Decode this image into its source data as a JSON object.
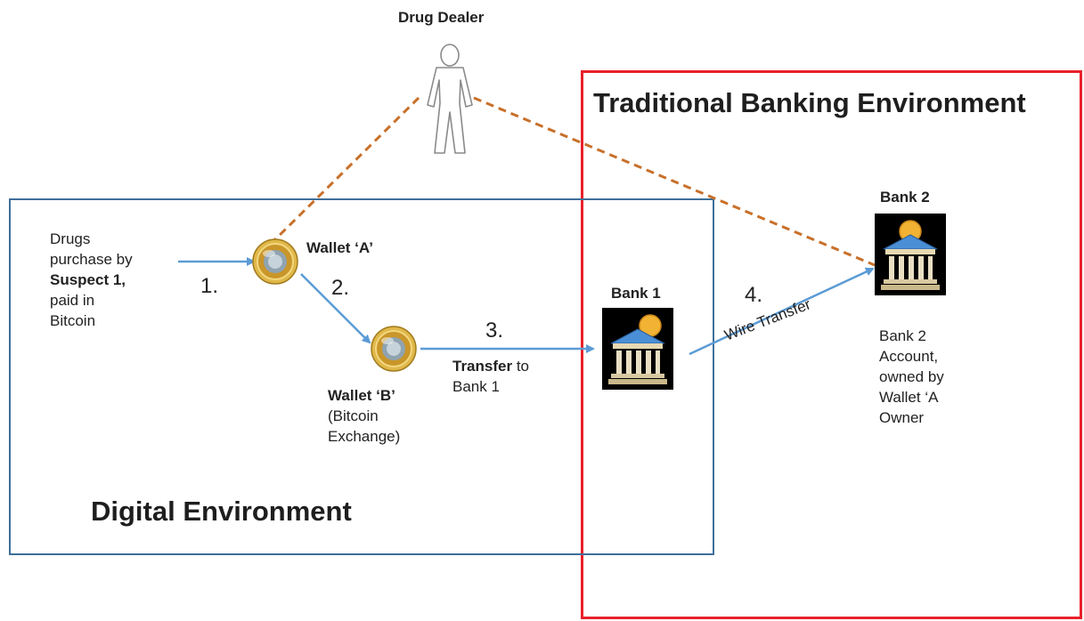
{
  "drug_dealer": {
    "label": "Drug Dealer"
  },
  "traditional_env": {
    "title": "Traditional Banking Environment"
  },
  "digital_env": {
    "title": "Digital Environment"
  },
  "suspect": {
    "line1": "Drugs",
    "line2": "purchase by",
    "line3": "Suspect 1,",
    "line4": "paid in",
    "line5": "Bitcoin"
  },
  "steps": {
    "s1": "1.",
    "s2": "2.",
    "s3": "3.",
    "s4": "4."
  },
  "wallet_a": {
    "label": "Wallet ‘A’"
  },
  "wallet_b": {
    "label": "Wallet ‘B’",
    "line2": "(Bitcoin",
    "line3": "Exchange)"
  },
  "transfer": {
    "bold": "Transfer",
    "rest": " to",
    "line2": "Bank 1"
  },
  "bank1": {
    "label": "Bank 1"
  },
  "bank2": {
    "label": "Bank 2",
    "line1": "Bank 2",
    "line2": "Account,",
    "line3": "owned by",
    "line4": "Wallet ‘A",
    "line5": "Owner"
  },
  "wire": {
    "label": "Wire Transfer"
  },
  "colors": {
    "digital_border": "#3f6f9a",
    "banking_border": "#e8202a",
    "arrow": "#5b9bd5",
    "dashed": "#c8702a"
  }
}
